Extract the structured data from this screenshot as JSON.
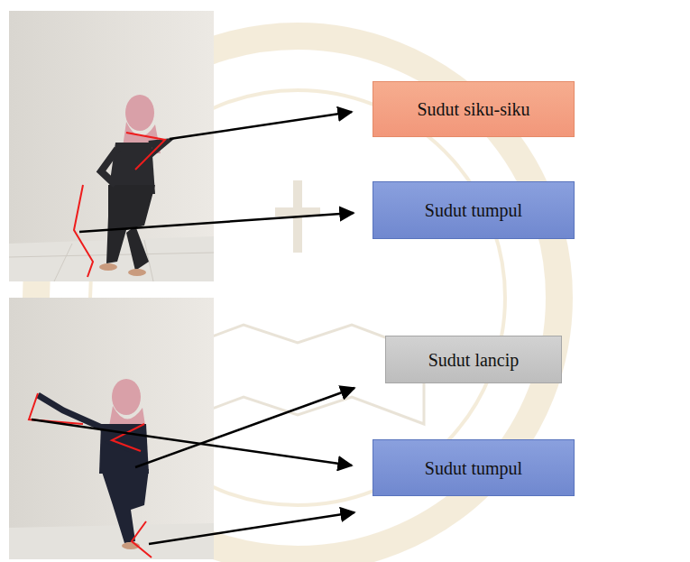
{
  "diagram": {
    "nodes": [
      {
        "text": [
          "Sudut siku-siku"
        ]
      },
      {
        "text": [
          "Sudut tumpul"
        ]
      },
      {
        "text": [
          "Sudut lancip"
        ]
      },
      {
        "text": [
          "Sudut tumpul"
        ]
      }
    ]
  }
}
